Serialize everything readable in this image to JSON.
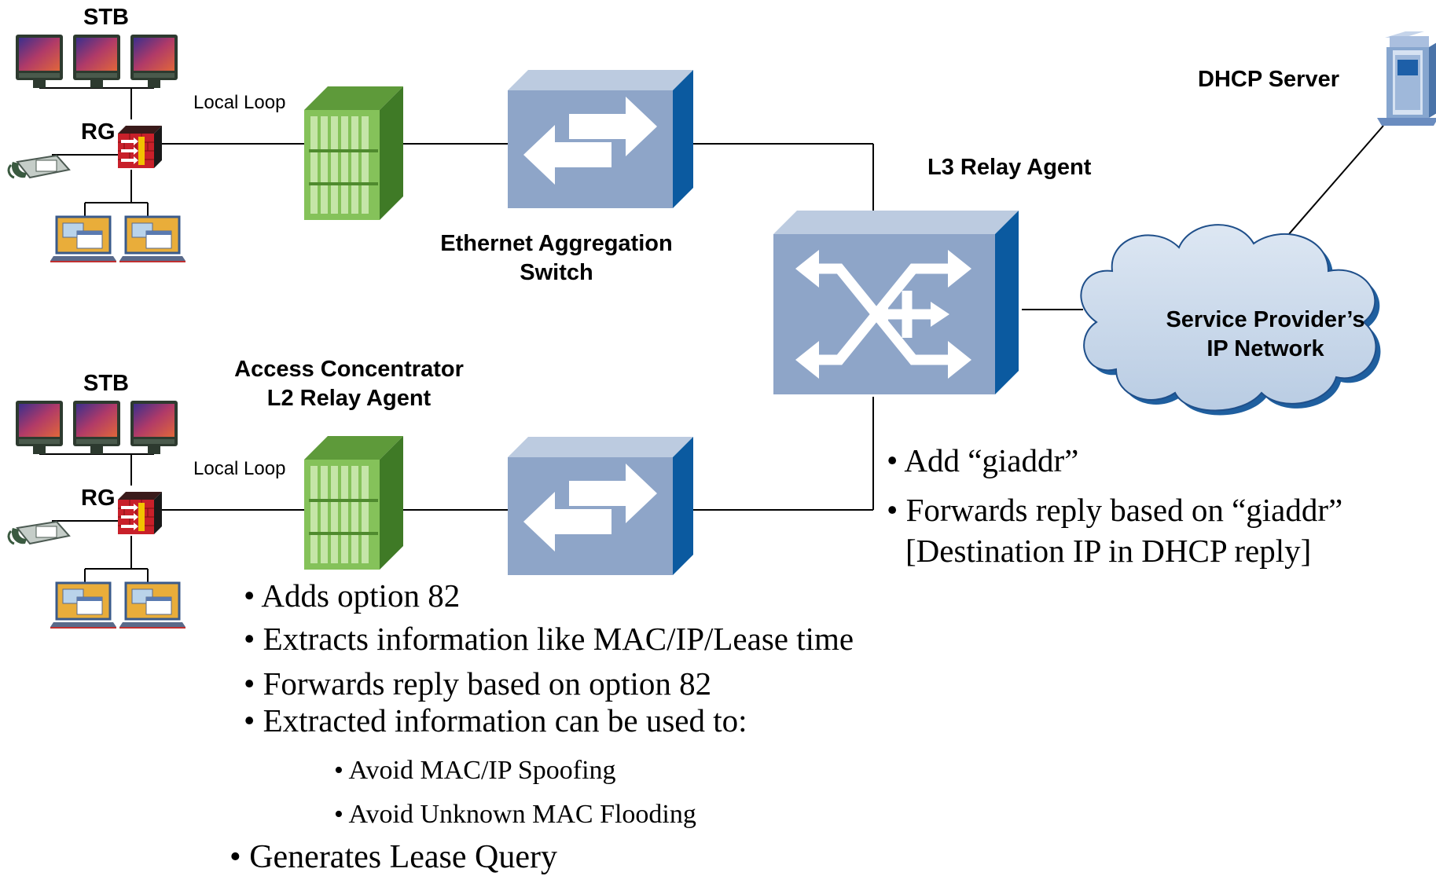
{
  "labels": {
    "stb_top": "STB",
    "stb_bottom": "STB",
    "rg_top": "RG",
    "rg_bottom": "RG",
    "local_loop_top": "Local Loop",
    "local_loop_bottom": "Local Loop",
    "eth_agg_line1": "Ethernet Aggregation",
    "eth_agg_line2": "Switch",
    "access_conc_line1": "Access Concentrator",
    "access_conc_line2": "L2 Relay Agent",
    "l3_relay": "L3 Relay Agent",
    "dhcp_server": "DHCP Server",
    "cloud_line1": "Service Provider’s",
    "cloud_line2": "IP Network"
  },
  "l3_notes": [
    "• Add “giaddr”",
    "• Forwards reply based on “giaddr”",
    "[Destination IP in DHCP reply]"
  ],
  "l2_notes": [
    "• Adds option 82",
    "• Extracts information like MAC/IP/Lease time",
    "• Forwards reply based on option 82",
    "• Extracted information can be used to:"
  ],
  "l2_subnotes": [
    "• Avoid MAC/IP Spoofing",
    "• Avoid Unknown MAC Flooding"
  ],
  "l2_final_note": "• Generates Lease Query",
  "colors": {
    "switch_face": "#8ea5c8",
    "switch_side": "#0b5aa0",
    "switch_top": "#bccbe0",
    "dslam_green": "#74b84a",
    "firewall_red": "#c8202a",
    "cloud_fill": "#c6d6ea",
    "server_blue": "#87a6cf"
  }
}
